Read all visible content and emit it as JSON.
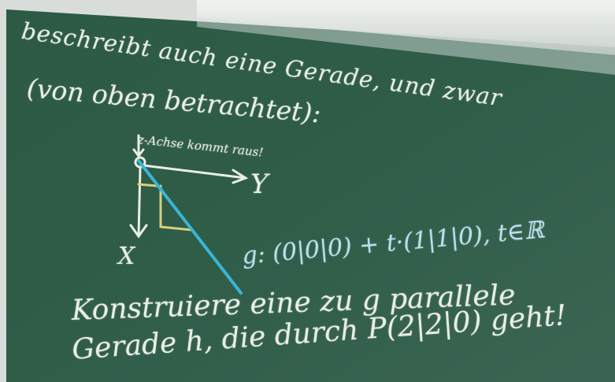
{
  "board": {
    "line1": "beschreibt auch eine Gerade, und zwar",
    "line2": "(von oben betrachtet):",
    "z_axis_note": "z-Achse kommt raus!",
    "y_label": "Y",
    "x_label": "X",
    "g_definition": "g: (0|0|0) + t·(1|1|0), t∈ℝ",
    "line3": "Konstruiere eine zu g parallele",
    "line4": "Gerade h, die durch P(2|2|0) geht!"
  },
  "colors": {
    "chalkboard": "#2f5a46",
    "chalk_white": "#e9eee6",
    "chalk_blue": "#3ab5d6",
    "chalk_yellow": "#d8cf7a"
  }
}
